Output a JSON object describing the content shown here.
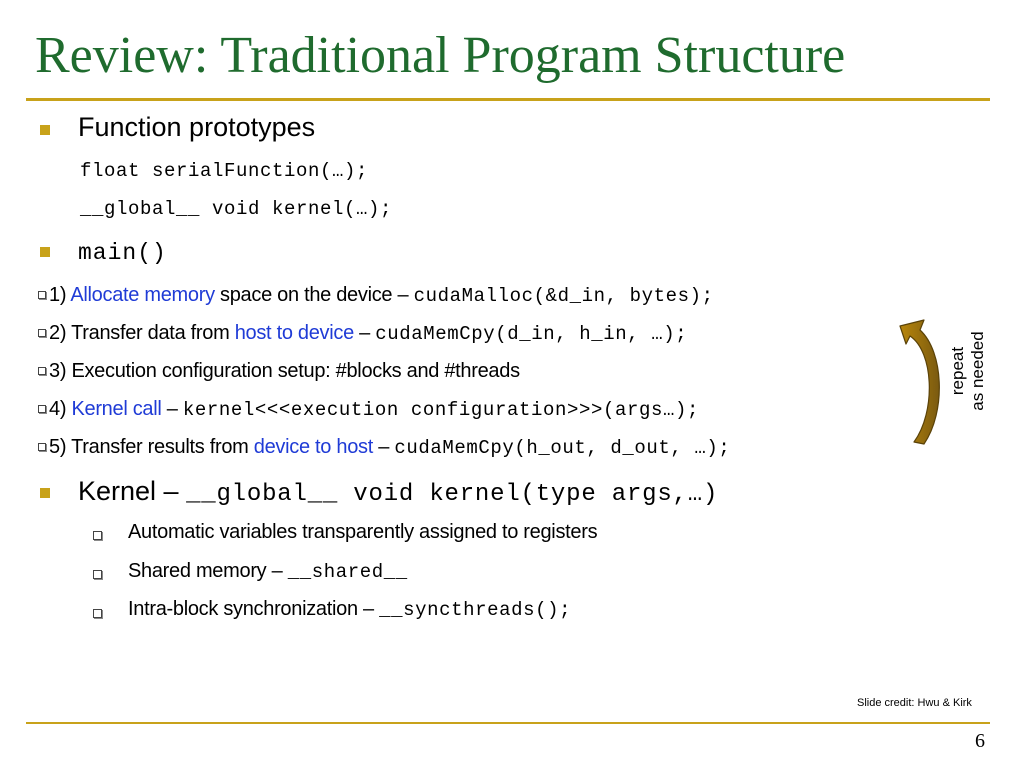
{
  "slide": {
    "title": "Review: Traditional Program Structure",
    "accent_color": "#c8a21a",
    "title_color": "#1f6b2e",
    "link_color": "#1f3bd6",
    "bullets": {
      "prototypes": {
        "label": "Function prototypes",
        "code": [
          "float serialFunction(…);",
          "__global__ void kernel(…);"
        ]
      },
      "main": {
        "label": "main()",
        "steps": [
          {
            "num": "1)",
            "highlight": "Allocate memory",
            "rest": " space on the device",
            "dash": " – ",
            "code": "cudaMalloc(&d_in, bytes);"
          },
          {
            "num": "2)",
            "pre": " Transfer data from ",
            "highlight": "host to device",
            "dash": " – ",
            "code": "cudaMemCpy(d_in, h_in, …);"
          },
          {
            "num": "3)",
            "text": " Execution configuration setup: #blocks and #threads"
          },
          {
            "num": "4)",
            "highlight": "Kernel call",
            "dash": " – ",
            "code": "kernel<<<execution configuration>>>(args…);"
          },
          {
            "num": "5)",
            "pre": " Transfer results from ",
            "highlight": "device to host",
            "dash": " – ",
            "code": "cudaMemCpy(h_out, d_out, …);"
          }
        ]
      },
      "kernel": {
        "label": "Kernel – ",
        "code": "__global__ void kernel(type args,…)",
        "subs": [
          {
            "text": "Automatic variables transparently assigned to registers"
          },
          {
            "text": "Shared memory – ",
            "code": "__shared__"
          },
          {
            "text": "Intra-block synchronization – ",
            "code": "__syncthreads();"
          }
        ]
      }
    },
    "annotation": {
      "line1": "repeat",
      "line2": "as needed",
      "arrow_icon": "curved-arrow-icon"
    },
    "credit": "Slide credit: Hwu & Kirk",
    "page_number": "6"
  }
}
